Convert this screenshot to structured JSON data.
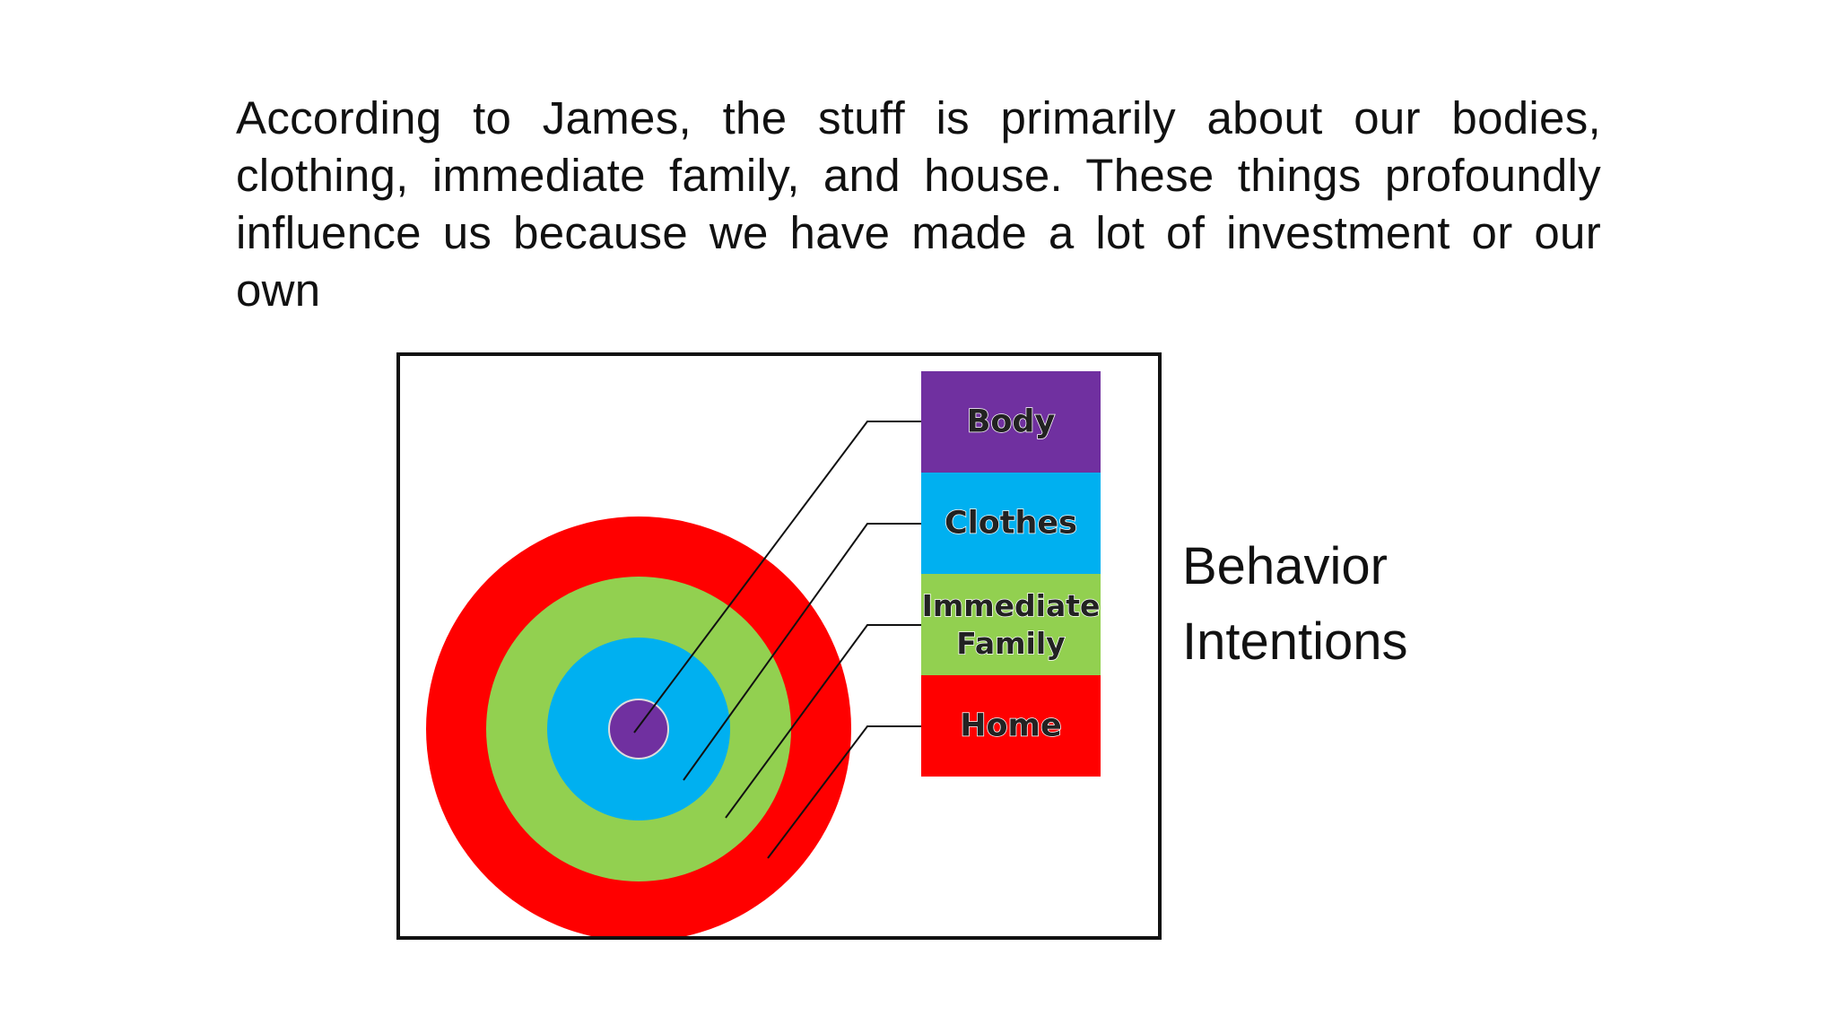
{
  "slide": {
    "paragraph": "According to James, the stuff is primarily about our bodies, clothing, immediate family, and house. These things profoundly influence us because we have made a lot of investment or our own",
    "side_label_lines": [
      "Behavior",
      "Intentions"
    ]
  },
  "diagram": {
    "layers": [
      {
        "label_lines": [
          "Body"
        ],
        "color": "#7030a0"
      },
      {
        "label_lines": [
          "Clothes"
        ],
        "color": "#00b0f0"
      },
      {
        "label_lines": [
          "Immediate",
          "Family"
        ],
        "color": "#92d050"
      },
      {
        "label_lines": [
          "Home"
        ],
        "color": "#ff0000"
      }
    ]
  }
}
